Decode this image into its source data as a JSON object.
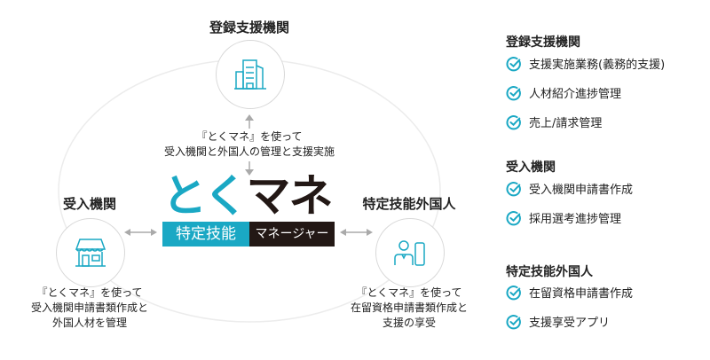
{
  "accent_color": "#1aa8c4",
  "diagram": {
    "top": {
      "title": "登録支援機関",
      "icon": "building-icon",
      "desc": [
        "『とくマネ』を使って",
        "受入機関と外国人の管理と支援実施"
      ]
    },
    "left": {
      "title": "受入機関",
      "icon": "store-icon",
      "desc": [
        "『とくマネ』を使って",
        "受入機関申請書類作成と",
        "外国人材を管理"
      ]
    },
    "right": {
      "title": "特定技能外国人",
      "icon": "person-phone-icon",
      "desc": [
        "『とくマネ』を使って",
        "在留資格申請書類作成と",
        "支援の享受"
      ]
    },
    "logo": {
      "main": "とくマネ",
      "sub_left": "特定技能",
      "sub_right": "マネージャー"
    }
  },
  "features": [
    {
      "title": "登録支援機関",
      "items": [
        "支援実施業務(義務的支援)",
        "人材紹介進捗管理",
        "売上/請求管理"
      ]
    },
    {
      "title": "受入機関",
      "items": [
        "受入機関申請書作成",
        "採用選考進捗管理"
      ]
    },
    {
      "title": "特定技能外国人",
      "items": [
        "在留資格申請書作成",
        "支援享受アプリ"
      ]
    }
  ]
}
